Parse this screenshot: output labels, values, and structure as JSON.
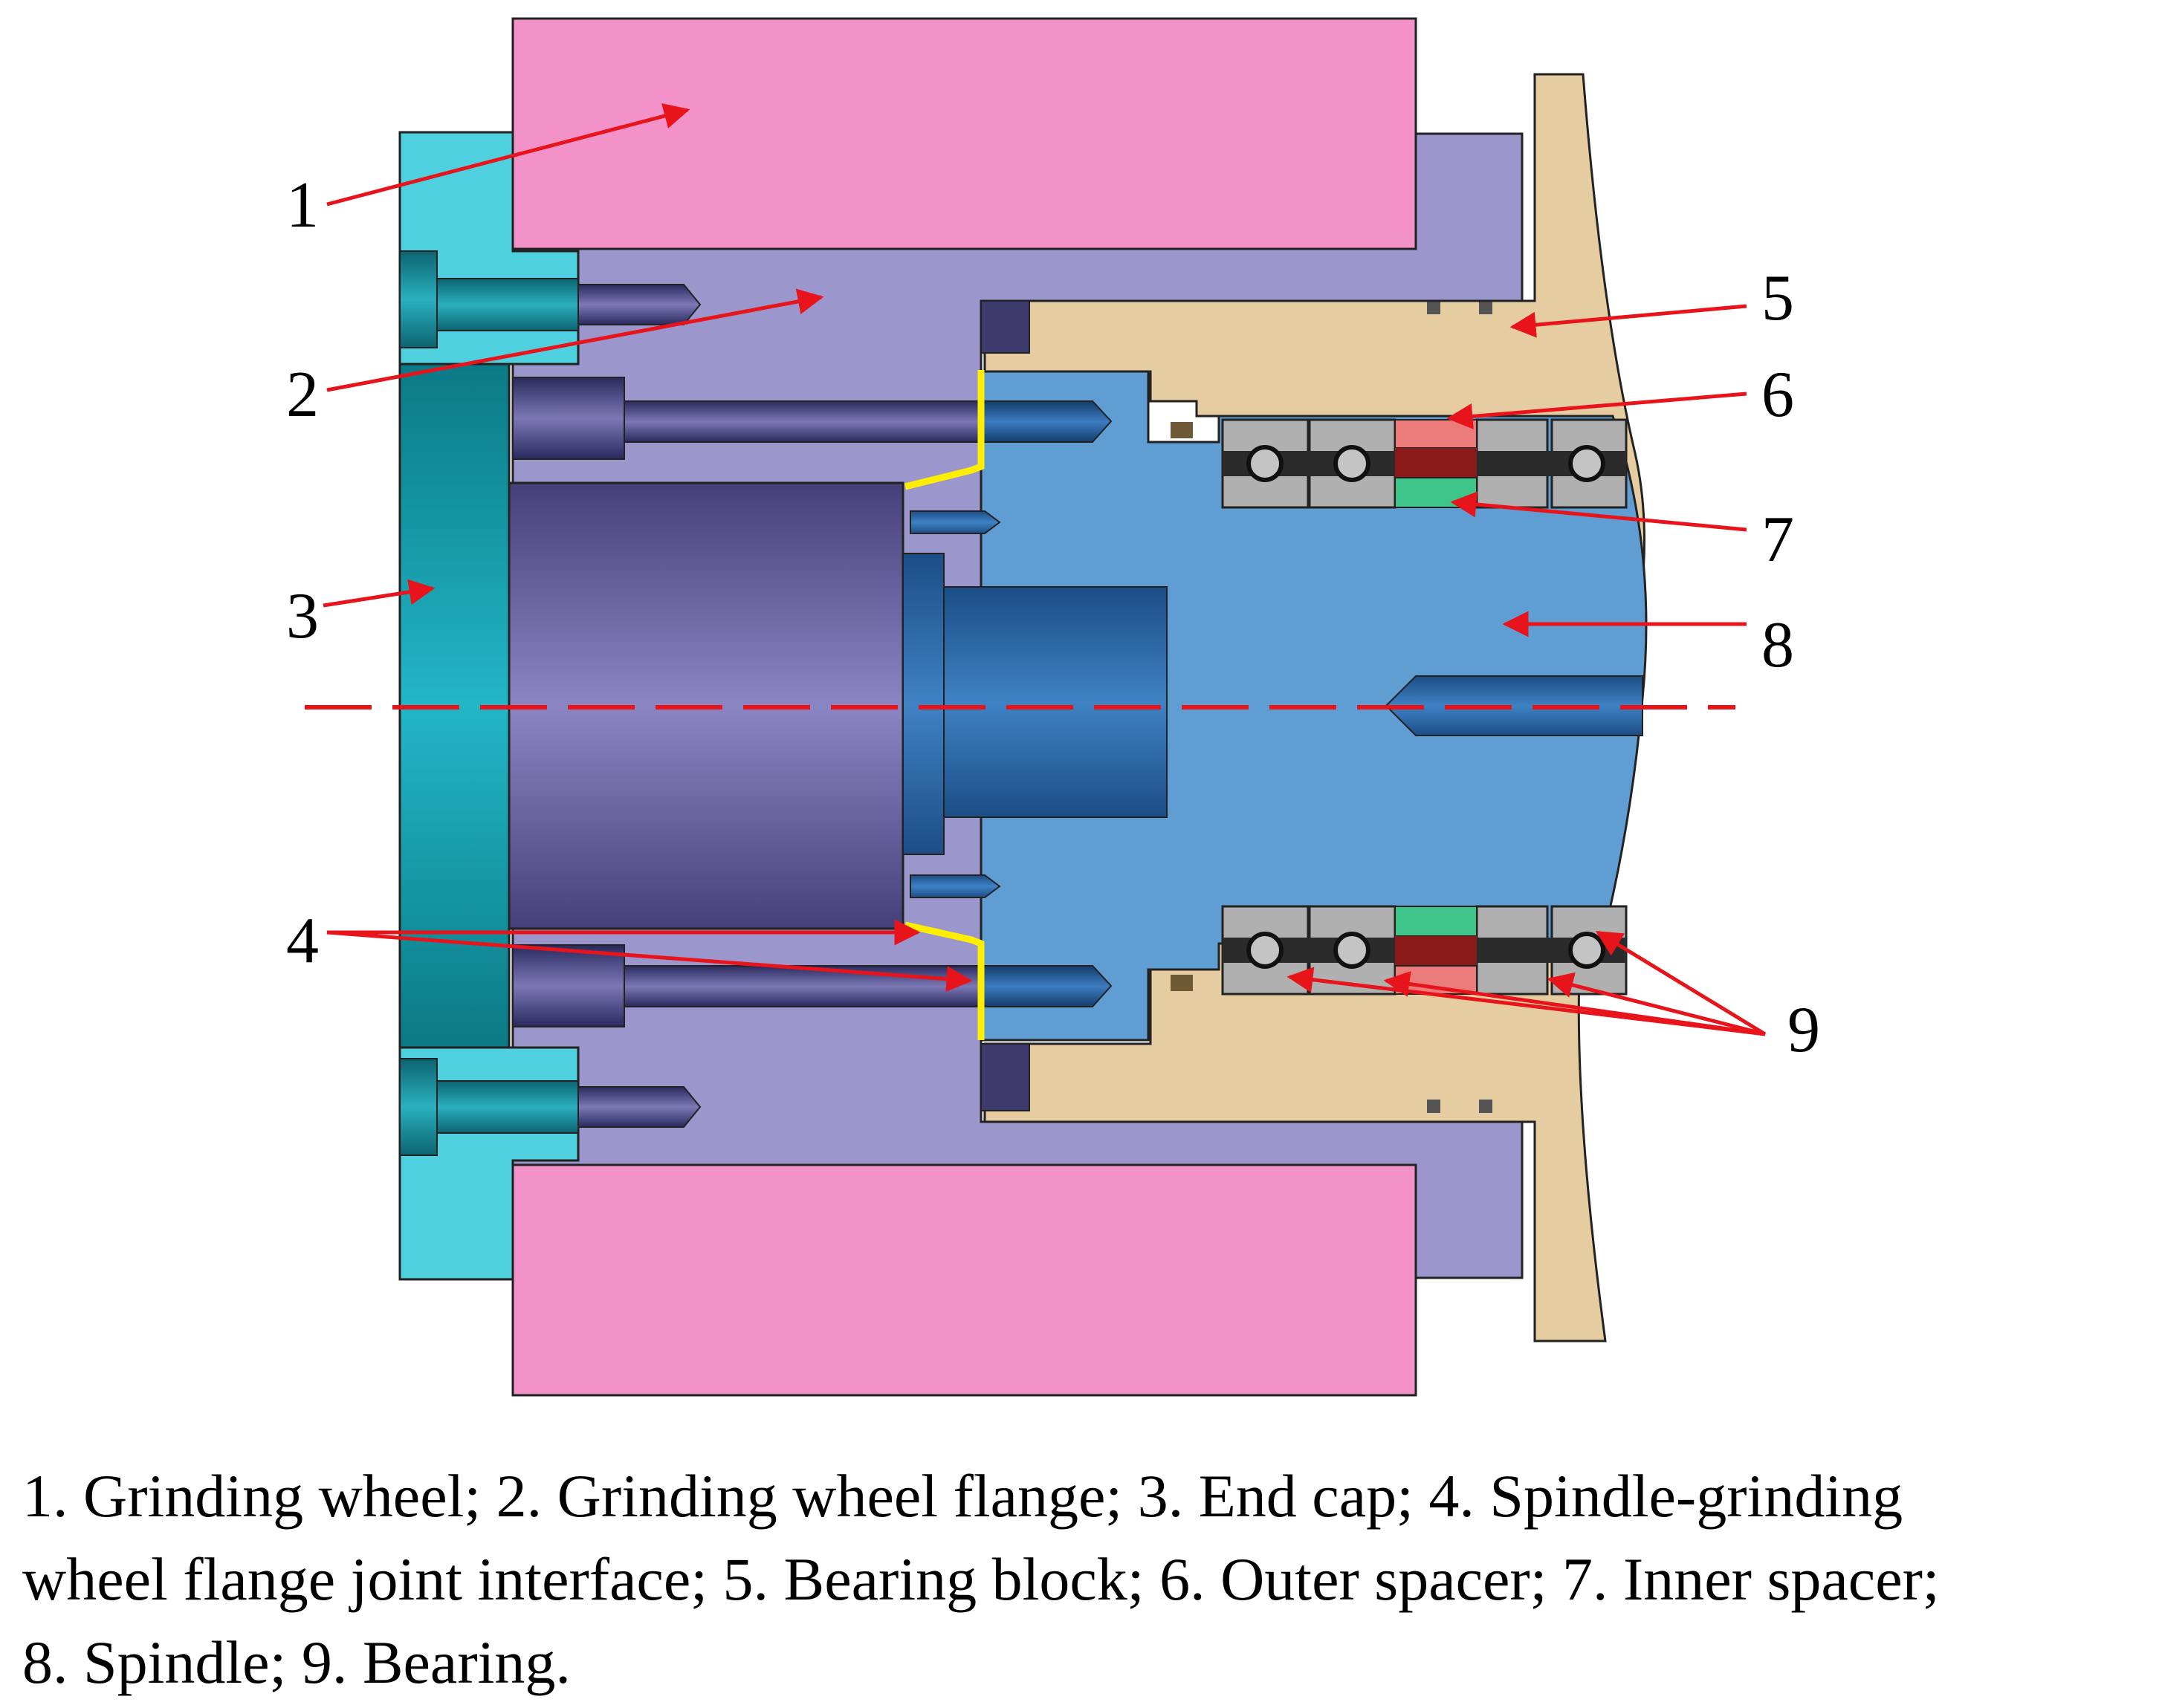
{
  "labels": {
    "l1": "1",
    "l2": "2",
    "l3": "3",
    "l4": "4",
    "l5": "5",
    "l6": "6",
    "l7": "7",
    "l8": "8",
    "l9": "9"
  },
  "caption": {
    "line1": "1. Grinding wheel; 2. Grinding wheel flange; 3. End cap; 4. Spindle-grinding",
    "line2": "wheel flange joint interface; 5. Bearing block; 6. Outer spacer; 7. Inner spacer;",
    "line3": "8. Spindle; 9. Bearing."
  },
  "colors": {
    "grinding_wheel": "#f292c8",
    "flange": "#9b97cc",
    "end_cap": "#4fd0df",
    "end_cap_center": "#13a4b4",
    "bearing_block": "#e6cda1",
    "spindle": "#5f9dd3",
    "motor_body": "#4e4785",
    "bearing": "#b0b0b0",
    "outer_spacer": "#ec7b7b",
    "inner_spacer": "#3fc48a",
    "joint_interface": "#ffee00",
    "annotation": "#e8141b"
  }
}
